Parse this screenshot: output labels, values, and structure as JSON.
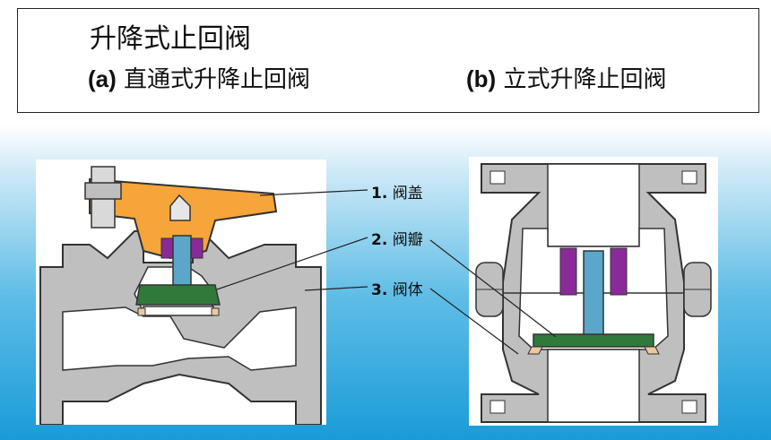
{
  "title": "升降式止回阀",
  "subtitles": {
    "a_tag": "(a)",
    "a_text": " 直通式升降止回阀",
    "b_tag": "(b)",
    "b_text": " 立式升降止回阀"
  },
  "labels": [
    {
      "num": "1.",
      "text": " 阀盖"
    },
    {
      "num": "2.",
      "text": " 阀瓣"
    },
    {
      "num": "3.",
      "text": " 阀体"
    }
  ],
  "colors": {
    "body": "#bfbfbf",
    "bonnet": "#f5a53a",
    "disc": "#2f7a3a",
    "stem": "#5aa7c9",
    "guide": "#8a2a98",
    "seat": "#e8c9a0"
  }
}
